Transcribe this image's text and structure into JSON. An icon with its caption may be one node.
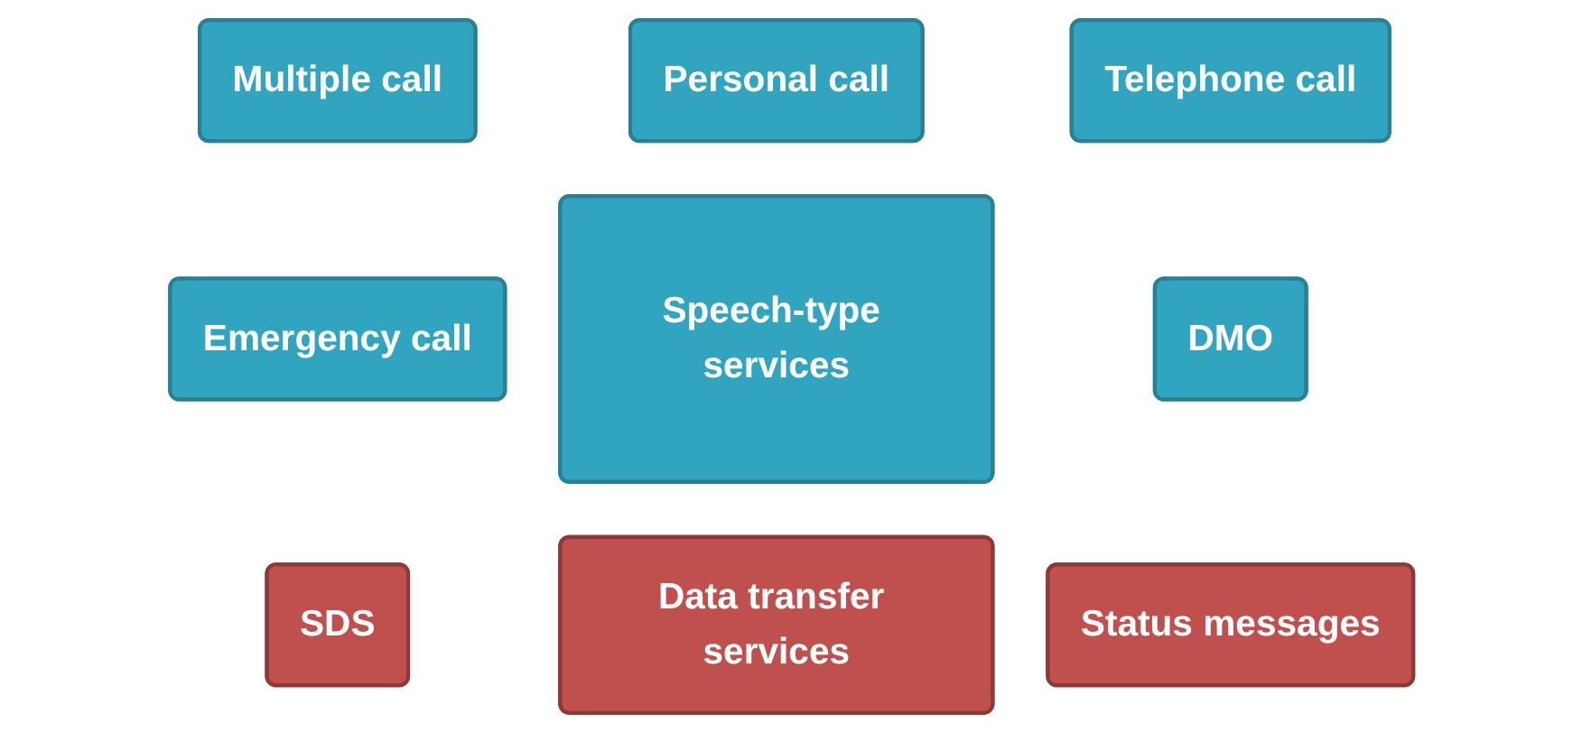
{
  "diagram": {
    "nodes": [
      {
        "text": [
          "Multiple call"
        ]
      },
      {
        "text": [
          "Personal call"
        ]
      },
      {
        "text": [
          "Telephone call"
        ]
      },
      {
        "text": [
          "Emergency call"
        ]
      },
      {
        "text": [
          "Speech-type services"
        ]
      },
      {
        "text": [
          "DMO"
        ]
      },
      {
        "text": [
          "SDS"
        ]
      },
      {
        "text": [
          "Data transfer services"
        ]
      },
      {
        "text": [
          "Status messages"
        ]
      }
    ],
    "edges": []
  }
}
